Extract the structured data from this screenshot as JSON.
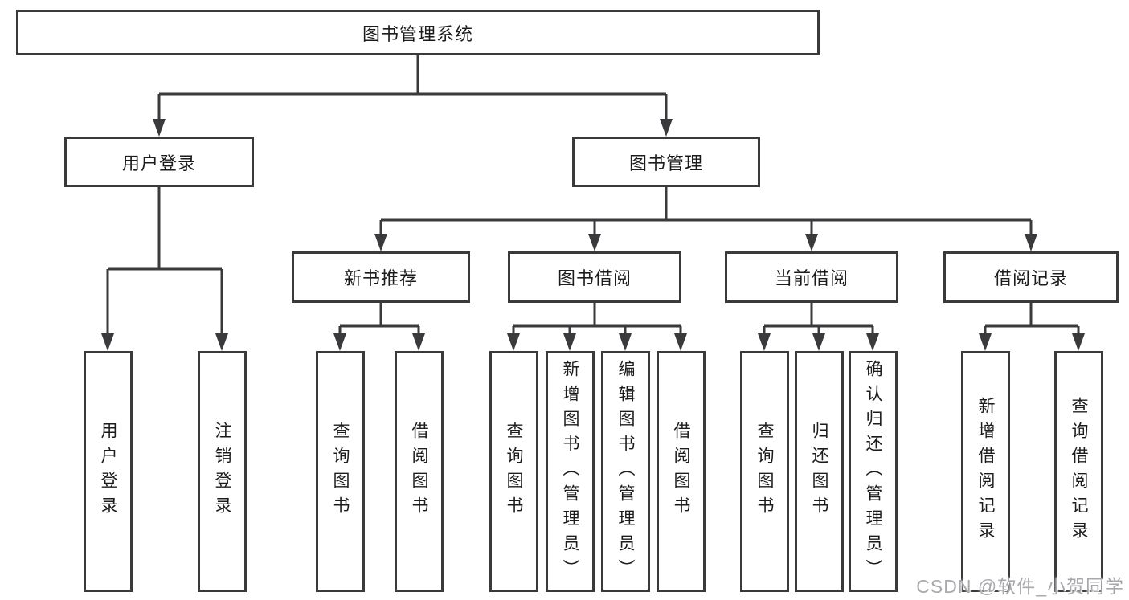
{
  "diagram": {
    "root": "图书管理系统",
    "branches": [
      {
        "label": "用户登录",
        "children": [
          "用户登录",
          "注销登录"
        ]
      },
      {
        "label": "图书管理",
        "children": [
          {
            "label": "新书推荐",
            "children": [
              "查询图书",
              "借阅图书"
            ]
          },
          {
            "label": "图书借阅",
            "children": [
              "查询图书",
              "新增图书（管理员）",
              "编辑图书（管理员）",
              "借阅图书"
            ]
          },
          {
            "label": "当前借阅",
            "children": [
              "查询图书",
              "归还图书",
              "确认归还（管理员）"
            ]
          },
          {
            "label": "借阅记录",
            "children": [
              "新增借阅记录",
              "查询借阅记录"
            ]
          }
        ]
      }
    ]
  },
  "watermark": {
    "text": "CSDN @软件_小贺同学"
  },
  "colors": {
    "line": "#3a3a3c",
    "text": "#1c1c1e",
    "background": "#ffffff",
    "watermark": "#a8a8ad"
  }
}
